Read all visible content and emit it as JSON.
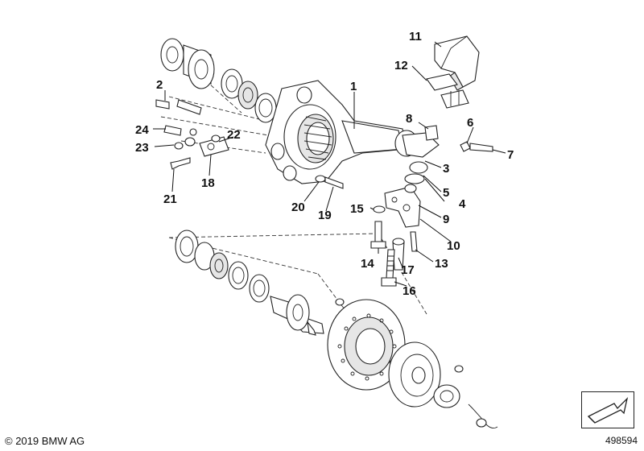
{
  "copyright": "© 2019 BMW AG",
  "image_number": "498594",
  "callouts": [
    {
      "id": "p1",
      "text": "1"
    },
    {
      "id": "p2",
      "text": "2"
    },
    {
      "id": "p3",
      "text": "3"
    },
    {
      "id": "p4",
      "text": "4"
    },
    {
      "id": "p5",
      "text": "5"
    },
    {
      "id": "p6",
      "text": "6"
    },
    {
      "id": "p7",
      "text": "7"
    },
    {
      "id": "p8",
      "text": "8"
    },
    {
      "id": "p9",
      "text": "9"
    },
    {
      "id": "p10",
      "text": "10"
    },
    {
      "id": "p11",
      "text": "11"
    },
    {
      "id": "p12",
      "text": "12"
    },
    {
      "id": "p13",
      "text": "13"
    },
    {
      "id": "p14",
      "text": "14"
    },
    {
      "id": "p15",
      "text": "15"
    },
    {
      "id": "p16",
      "text": "16"
    },
    {
      "id": "p17",
      "text": "17"
    },
    {
      "id": "p18",
      "text": "18"
    },
    {
      "id": "p19",
      "text": "19"
    },
    {
      "id": "p20",
      "text": "20"
    },
    {
      "id": "p21",
      "text": "21"
    },
    {
      "id": "p22",
      "text": "22"
    },
    {
      "id": "p23",
      "text": "23"
    },
    {
      "id": "p24",
      "text": "24"
    }
  ]
}
